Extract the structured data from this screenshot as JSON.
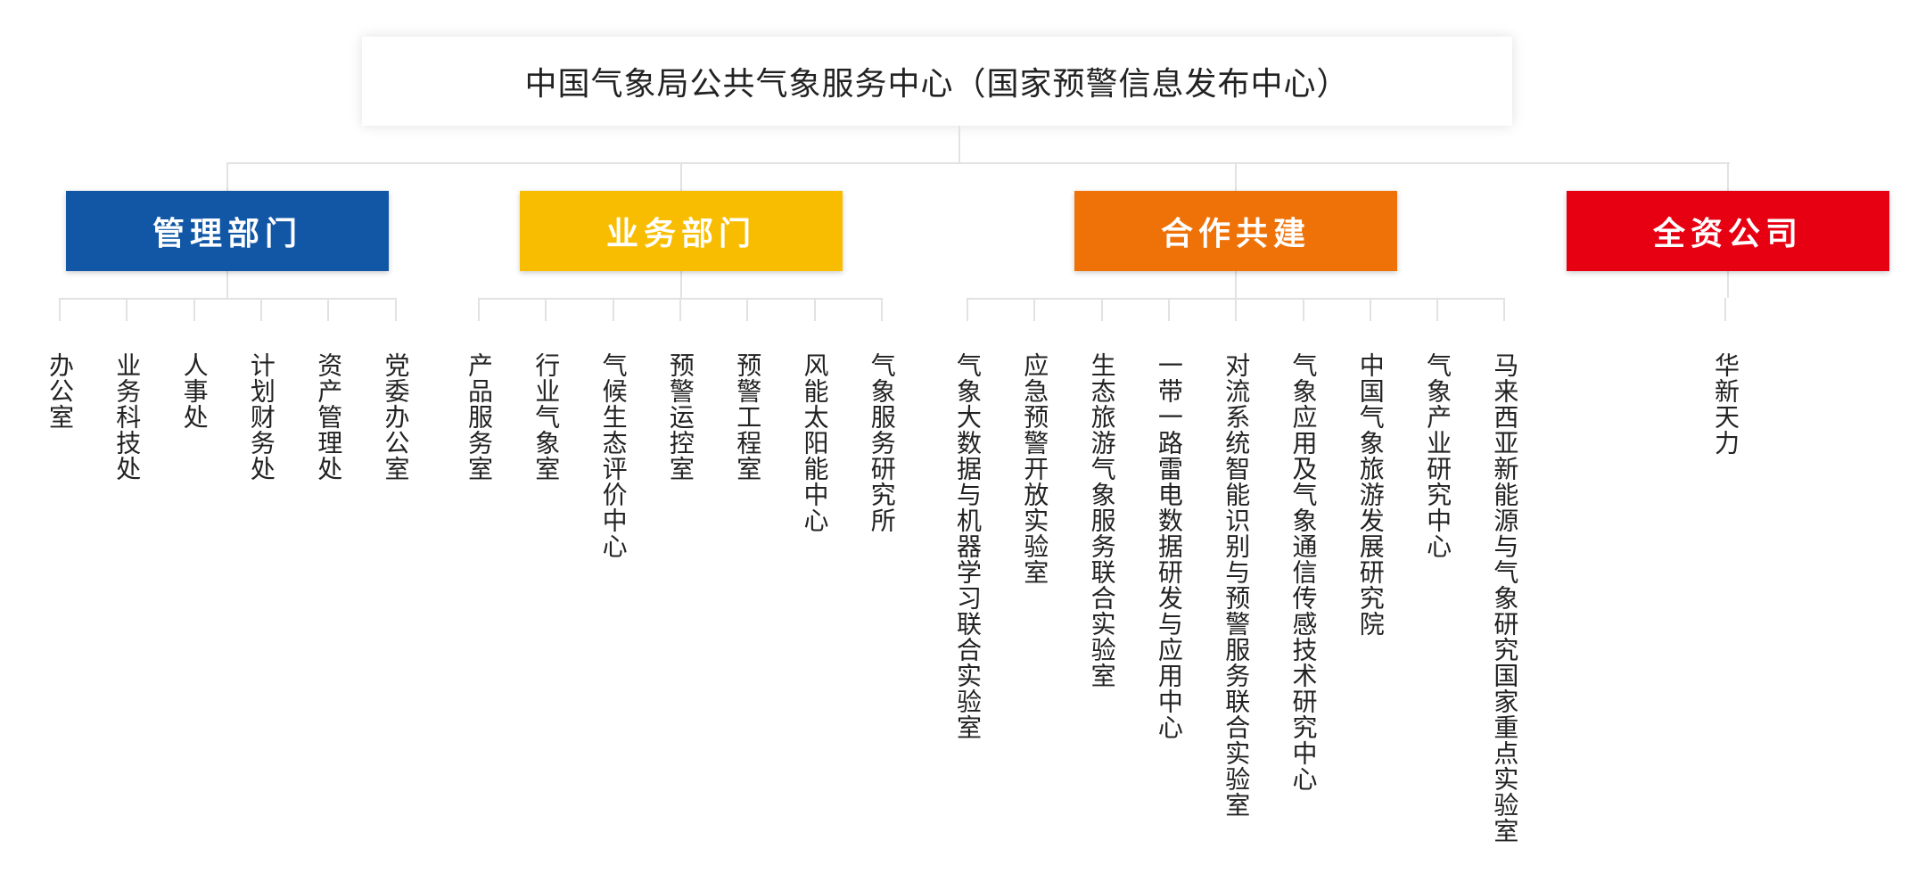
{
  "root": {
    "title": "中国气象局公共气象服务中心（国家预警信息发布中心）"
  },
  "departments": [
    {
      "label": "管理部门",
      "color": "#1257a6",
      "children": [
        "办公室",
        "业务科技处",
        "人事处",
        "计划财务处",
        "资产管理处",
        "党委办公室"
      ]
    },
    {
      "label": "业务部门",
      "color": "#f8bd00",
      "children": [
        "产品服务室",
        "行业气象室",
        "气候生态评价中心",
        "预警运控室",
        "预警工程室",
        "风能太阳能中心",
        "气象服务研究所"
      ]
    },
    {
      "label": "合作共建",
      "color": "#ef7208",
      "children": [
        "气象大数据与机器学习联合实验室",
        "应急预警开放实验室",
        "生态旅游气象服务联合实验室",
        "一带一路雷电数据研发与应用中心",
        "对流系统智能识别与预警服务联合实验室",
        "气象应用及气象通信传感技术研究中心",
        "中国气象旅游发展研究院",
        "气象产业研究中心",
        "马来西亚新能源与气象研究国家重点实验室"
      ]
    },
    {
      "label": "全资公司",
      "color": "#e60012",
      "children": [
        "华新天力"
      ]
    }
  ]
}
